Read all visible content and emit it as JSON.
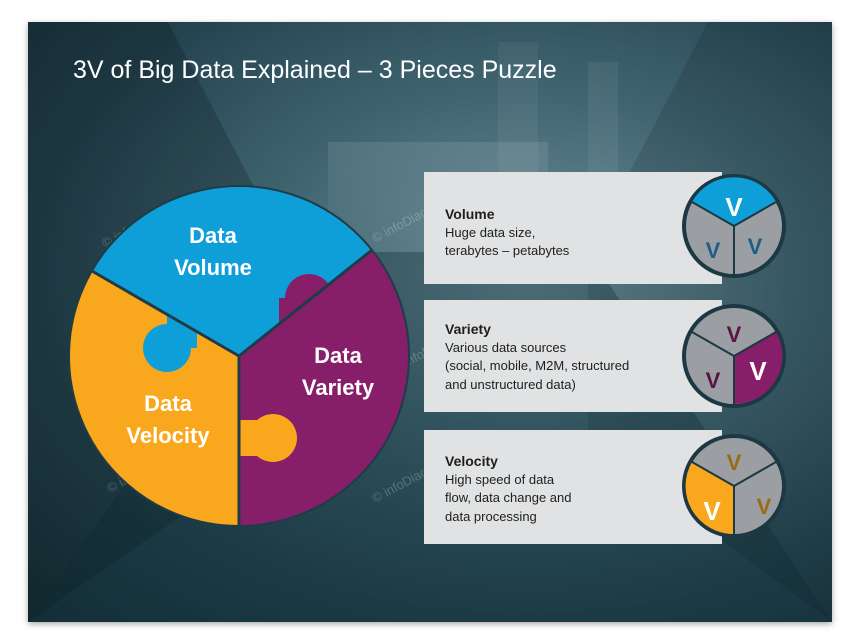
{
  "slide": {
    "title": "3V of Big Data Explained – 3 Pieces Puzzle"
  },
  "colors": {
    "volume": "#0f9fd8",
    "variety": "#861e6a",
    "velocity": "#f9a71c",
    "grey_piece": "#9b9ea3",
    "card_bg": "#e1e2e3",
    "v_blue_text": "#1e5f86",
    "v_purple_text": "#5b1247",
    "v_orange_text": "#9a6b16"
  },
  "puzzle": {
    "volume_label": [
      "Data",
      "Volume"
    ],
    "variety_label": [
      "Data",
      "Variety"
    ],
    "velocity_label": [
      "Data",
      "Velocity"
    ]
  },
  "cards": [
    {
      "heading": "Volume",
      "description": "Huge data size,\nterabytes – petabytes",
      "highlight": "volume",
      "icon_letter": "V"
    },
    {
      "heading": "Variety",
      "description": "Various data sources\n(social, mobile, M2M, structured\nand unstructured data)",
      "highlight": "variety",
      "icon_letter": "V"
    },
    {
      "heading": "Velocity",
      "description": "High speed of data\nflow, data change and\ndata processing",
      "highlight": "velocity",
      "icon_letter": "V"
    }
  ],
  "watermark": "© infoDiagram"
}
